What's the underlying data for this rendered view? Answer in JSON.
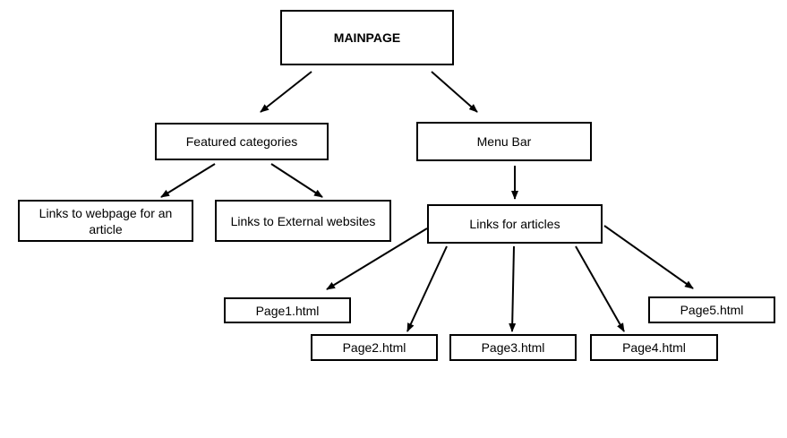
{
  "diagram": {
    "colors": {
      "line": "#000000",
      "box_border": "#000000",
      "background": "#ffffff"
    },
    "nodes": {
      "mainpage": "MAINPAGE",
      "featured_categories": "Featured categories",
      "menu_bar": "Menu Bar",
      "links_webpage_article": "Links to webpage for an article",
      "links_external": "Links to External websites",
      "links_articles": "Links for articles",
      "page1": "Page1.html",
      "page2": "Page2.html",
      "page3": "Page3.html",
      "page4": "Page4.html",
      "page5": "Page5.html"
    },
    "edges": [
      {
        "from": "mainpage",
        "to": "featured_categories"
      },
      {
        "from": "mainpage",
        "to": "menu_bar"
      },
      {
        "from": "featured_categories",
        "to": "links_webpage_article"
      },
      {
        "from": "featured_categories",
        "to": "links_external"
      },
      {
        "from": "menu_bar",
        "to": "links_articles"
      },
      {
        "from": "links_articles",
        "to": "page1"
      },
      {
        "from": "links_articles",
        "to": "page2"
      },
      {
        "from": "links_articles",
        "to": "page3"
      },
      {
        "from": "links_articles",
        "to": "page4"
      },
      {
        "from": "links_articles",
        "to": "page5"
      }
    ]
  }
}
